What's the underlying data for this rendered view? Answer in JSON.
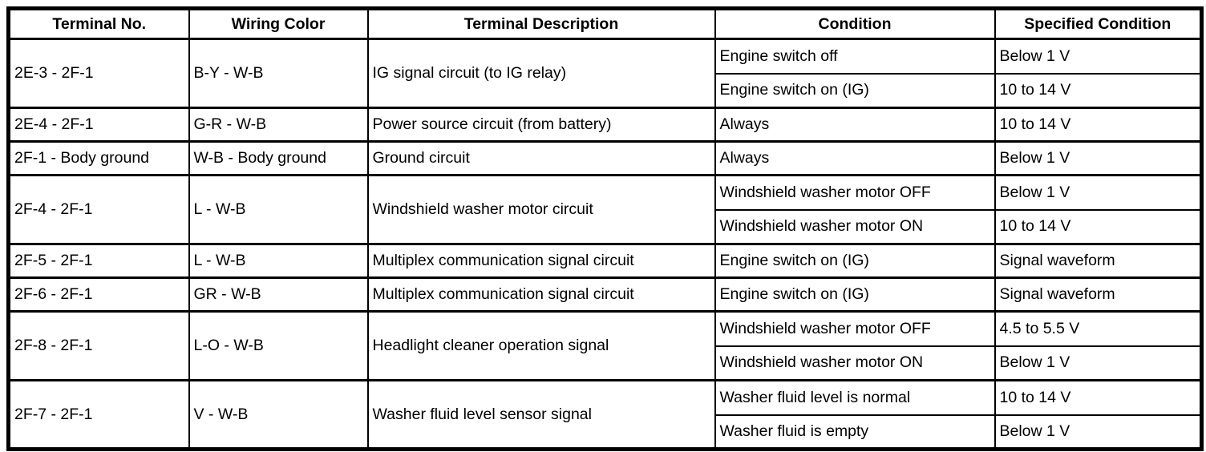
{
  "table": {
    "headers": {
      "terminal_no": "Terminal No.",
      "wiring_color": "Wiring Color",
      "terminal_description": "Terminal Description",
      "condition": "Condition",
      "specified_condition": "Specified Condition"
    },
    "rows": [
      {
        "terminal": "2E-3 - 2F-1",
        "wiring_color": "B-Y - W-B",
        "description": "IG signal circuit (to IG relay)",
        "conditions": [
          {
            "condition": "Engine switch off",
            "specified": "Below 1 V"
          },
          {
            "condition": "Engine switch on (IG)",
            "specified": "10 to 14 V"
          }
        ]
      },
      {
        "terminal": "2E-4 - 2F-1",
        "wiring_color": "G-R - W-B",
        "description": "Power source circuit (from battery)",
        "conditions": [
          {
            "condition": "Always",
            "specified": "10 to 14 V"
          }
        ]
      },
      {
        "terminal": "2F-1 - Body ground",
        "wiring_color": "W-B - Body ground",
        "description": "Ground circuit",
        "conditions": [
          {
            "condition": "Always",
            "specified": "Below 1 V"
          }
        ]
      },
      {
        "terminal": "2F-4 - 2F-1",
        "wiring_color": "L - W-B",
        "description": "Windshield washer motor circuit",
        "conditions": [
          {
            "condition": "Windshield washer motor OFF",
            "specified": "Below 1 V"
          },
          {
            "condition": "Windshield washer motor ON",
            "specified": "10 to 14 V"
          }
        ]
      },
      {
        "terminal": "2F-5 - 2F-1",
        "wiring_color": "L - W-B",
        "description": "Multiplex communication signal circuit",
        "conditions": [
          {
            "condition": "Engine switch on (IG)",
            "specified": "Signal waveform"
          }
        ]
      },
      {
        "terminal": "2F-6 - 2F-1",
        "wiring_color": "GR - W-B",
        "description": "Multiplex communication signal circuit",
        "conditions": [
          {
            "condition": "Engine switch on (IG)",
            "specified": "Signal waveform"
          }
        ]
      },
      {
        "terminal": "2F-8 - 2F-1",
        "wiring_color": "L-O - W-B",
        "description": "Headlight cleaner operation signal",
        "conditions": [
          {
            "condition": "Windshield washer motor OFF",
            "specified": "4.5 to 5.5 V"
          },
          {
            "condition": "Windshield washer motor ON",
            "specified": "Below 1 V"
          }
        ]
      },
      {
        "terminal": "2F-7 - 2F-1",
        "wiring_color": "V - W-B",
        "description": "Washer fluid level sensor signal",
        "conditions": [
          {
            "condition": "Washer fluid level is normal",
            "specified": "10 to 14 V"
          },
          {
            "condition": "Washer fluid is empty",
            "specified": "Below 1 V"
          }
        ]
      }
    ],
    "colors": {
      "border": "#000000",
      "background": "#ffffff",
      "text": "#000000"
    }
  }
}
